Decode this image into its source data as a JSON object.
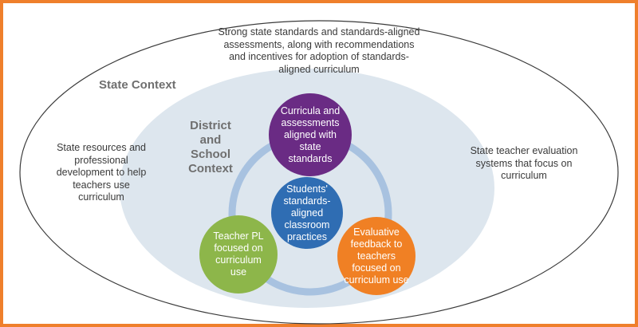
{
  "colors": {
    "border": "#ef7f2c",
    "state_ellipse_stroke": "#3a3a3a",
    "district_fill": "#dde6ee",
    "ring": "#a8c2e0",
    "curricula_node": "#6a2b84",
    "center_node": "#2f6db3",
    "teacher_pl_node": "#8db64a",
    "evaluative_node": "#f08024",
    "context_title": "#6f6f6f"
  },
  "state_context": {
    "title": "State Context",
    "top_text": "Strong state standards and standards-aligned assessments, along with recommendations and incentives for adoption of standards-aligned curriculum",
    "left_text": "State resources and professional development to help teachers use curriculum",
    "right_text": "State teacher evaluation systems that focus on curriculum"
  },
  "district_context": {
    "title": "District and School Context"
  },
  "nodes": {
    "curricula": "Curricula and assessments aligned with state standards",
    "center": "Students' standards-aligned classroom practices",
    "teacher_pl": "Teacher PL focused on curriculum use",
    "evaluative": "Evaluative feedback to teachers focused on curriculum use"
  }
}
